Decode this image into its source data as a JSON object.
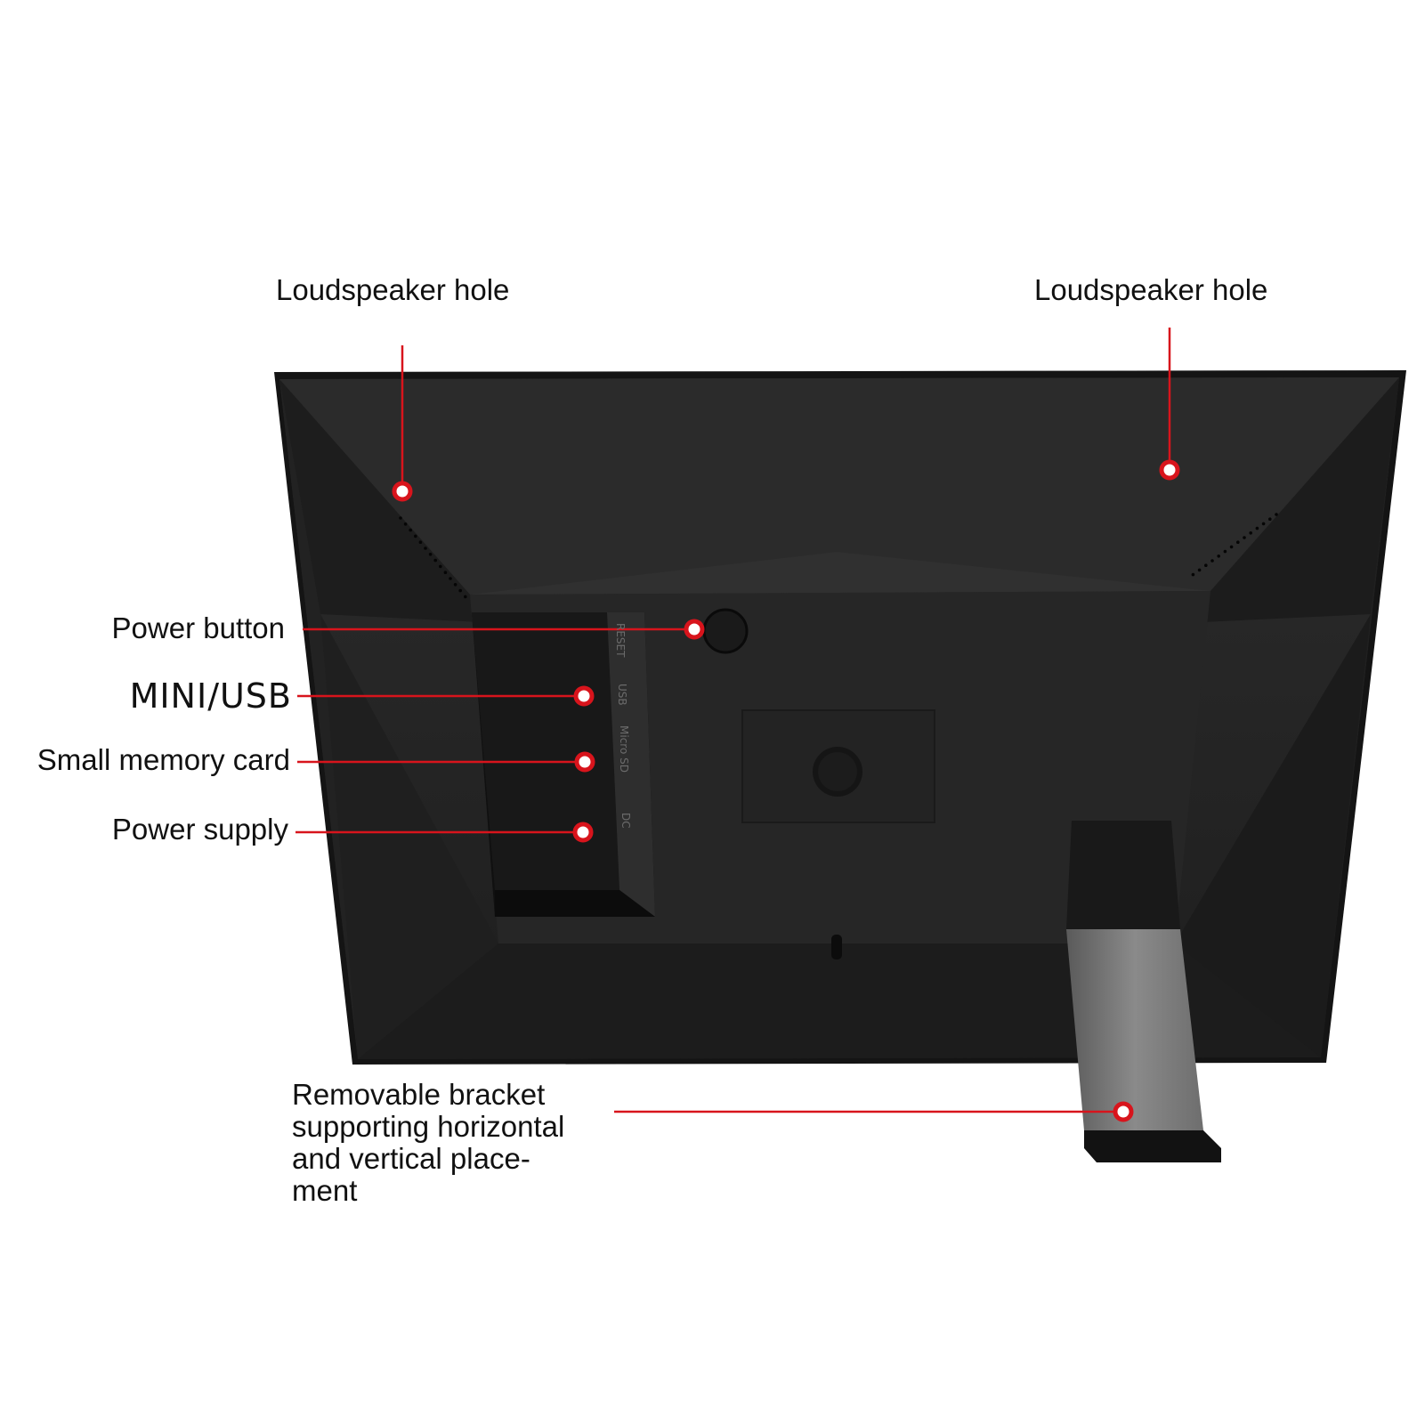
{
  "callouts": {
    "speaker_left": "Loudspeaker hole",
    "speaker_right": "Loudspeaker hole",
    "power_button": "Power button",
    "mini_usb": "MINI/USB",
    "memory_card": "Small memory card",
    "power_supply": "Power supply",
    "bracket": {
      "line1": "Removable bracket",
      "line2": "supporting horizontal",
      "line3": "and vertical place-",
      "line4": "ment"
    }
  },
  "device_port_labels": {
    "reset": "RESET",
    "usb": "USB",
    "micro_sd": "Micro SD",
    "dc": "DC"
  },
  "colors": {
    "callout_line": "#d8141c",
    "marker_ring": "#d8141c",
    "marker_center": "#ffffff",
    "frame_body": "#262626"
  }
}
